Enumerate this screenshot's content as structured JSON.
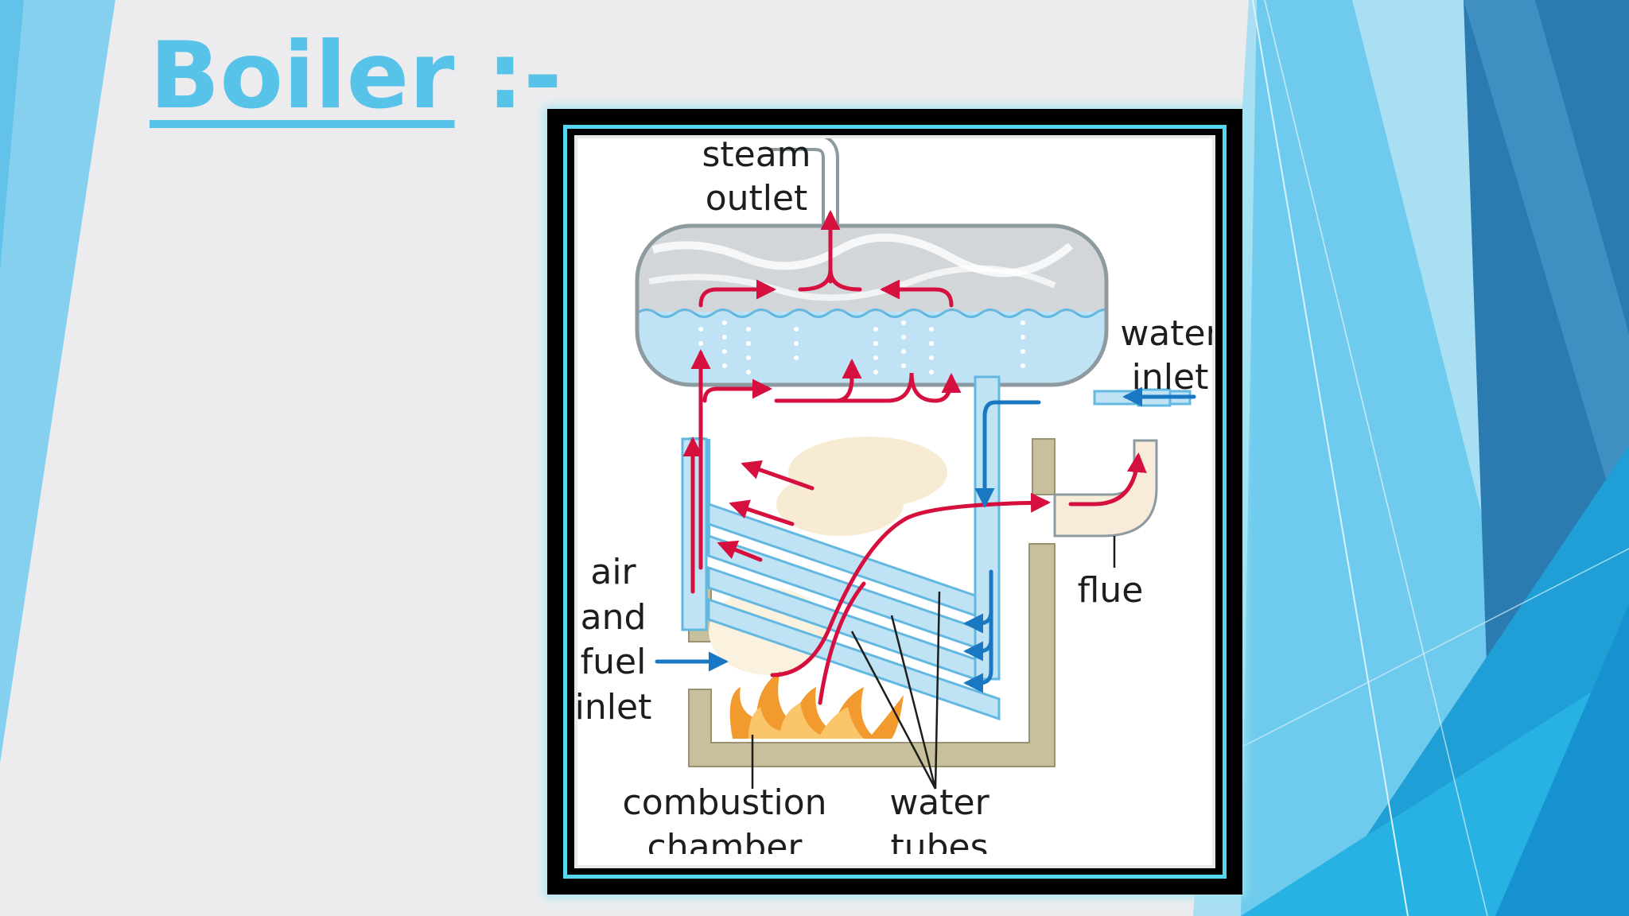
{
  "slide": {
    "title": "Boiler",
    "title_suffix": " :-"
  },
  "diagram": {
    "labels": {
      "steam": "steam",
      "outlet": "outlet",
      "water_top": "water",
      "inlet_top": "inlet",
      "air": "air",
      "and": "and",
      "fuel": "fuel",
      "inlet_bottom": "inlet",
      "flue": "flue",
      "combustion": "combustion",
      "chamber": "chamber",
      "water_bottom": "water",
      "tubes": "tubes"
    }
  },
  "colors": {
    "accent": "#58c3e9",
    "frame_glow": "#55d6ef",
    "hot_arrow": "#d5103f",
    "cold_arrow": "#1a78c2",
    "water": "#bfe3f5",
    "furnace_wall": "#c8bf9c"
  }
}
